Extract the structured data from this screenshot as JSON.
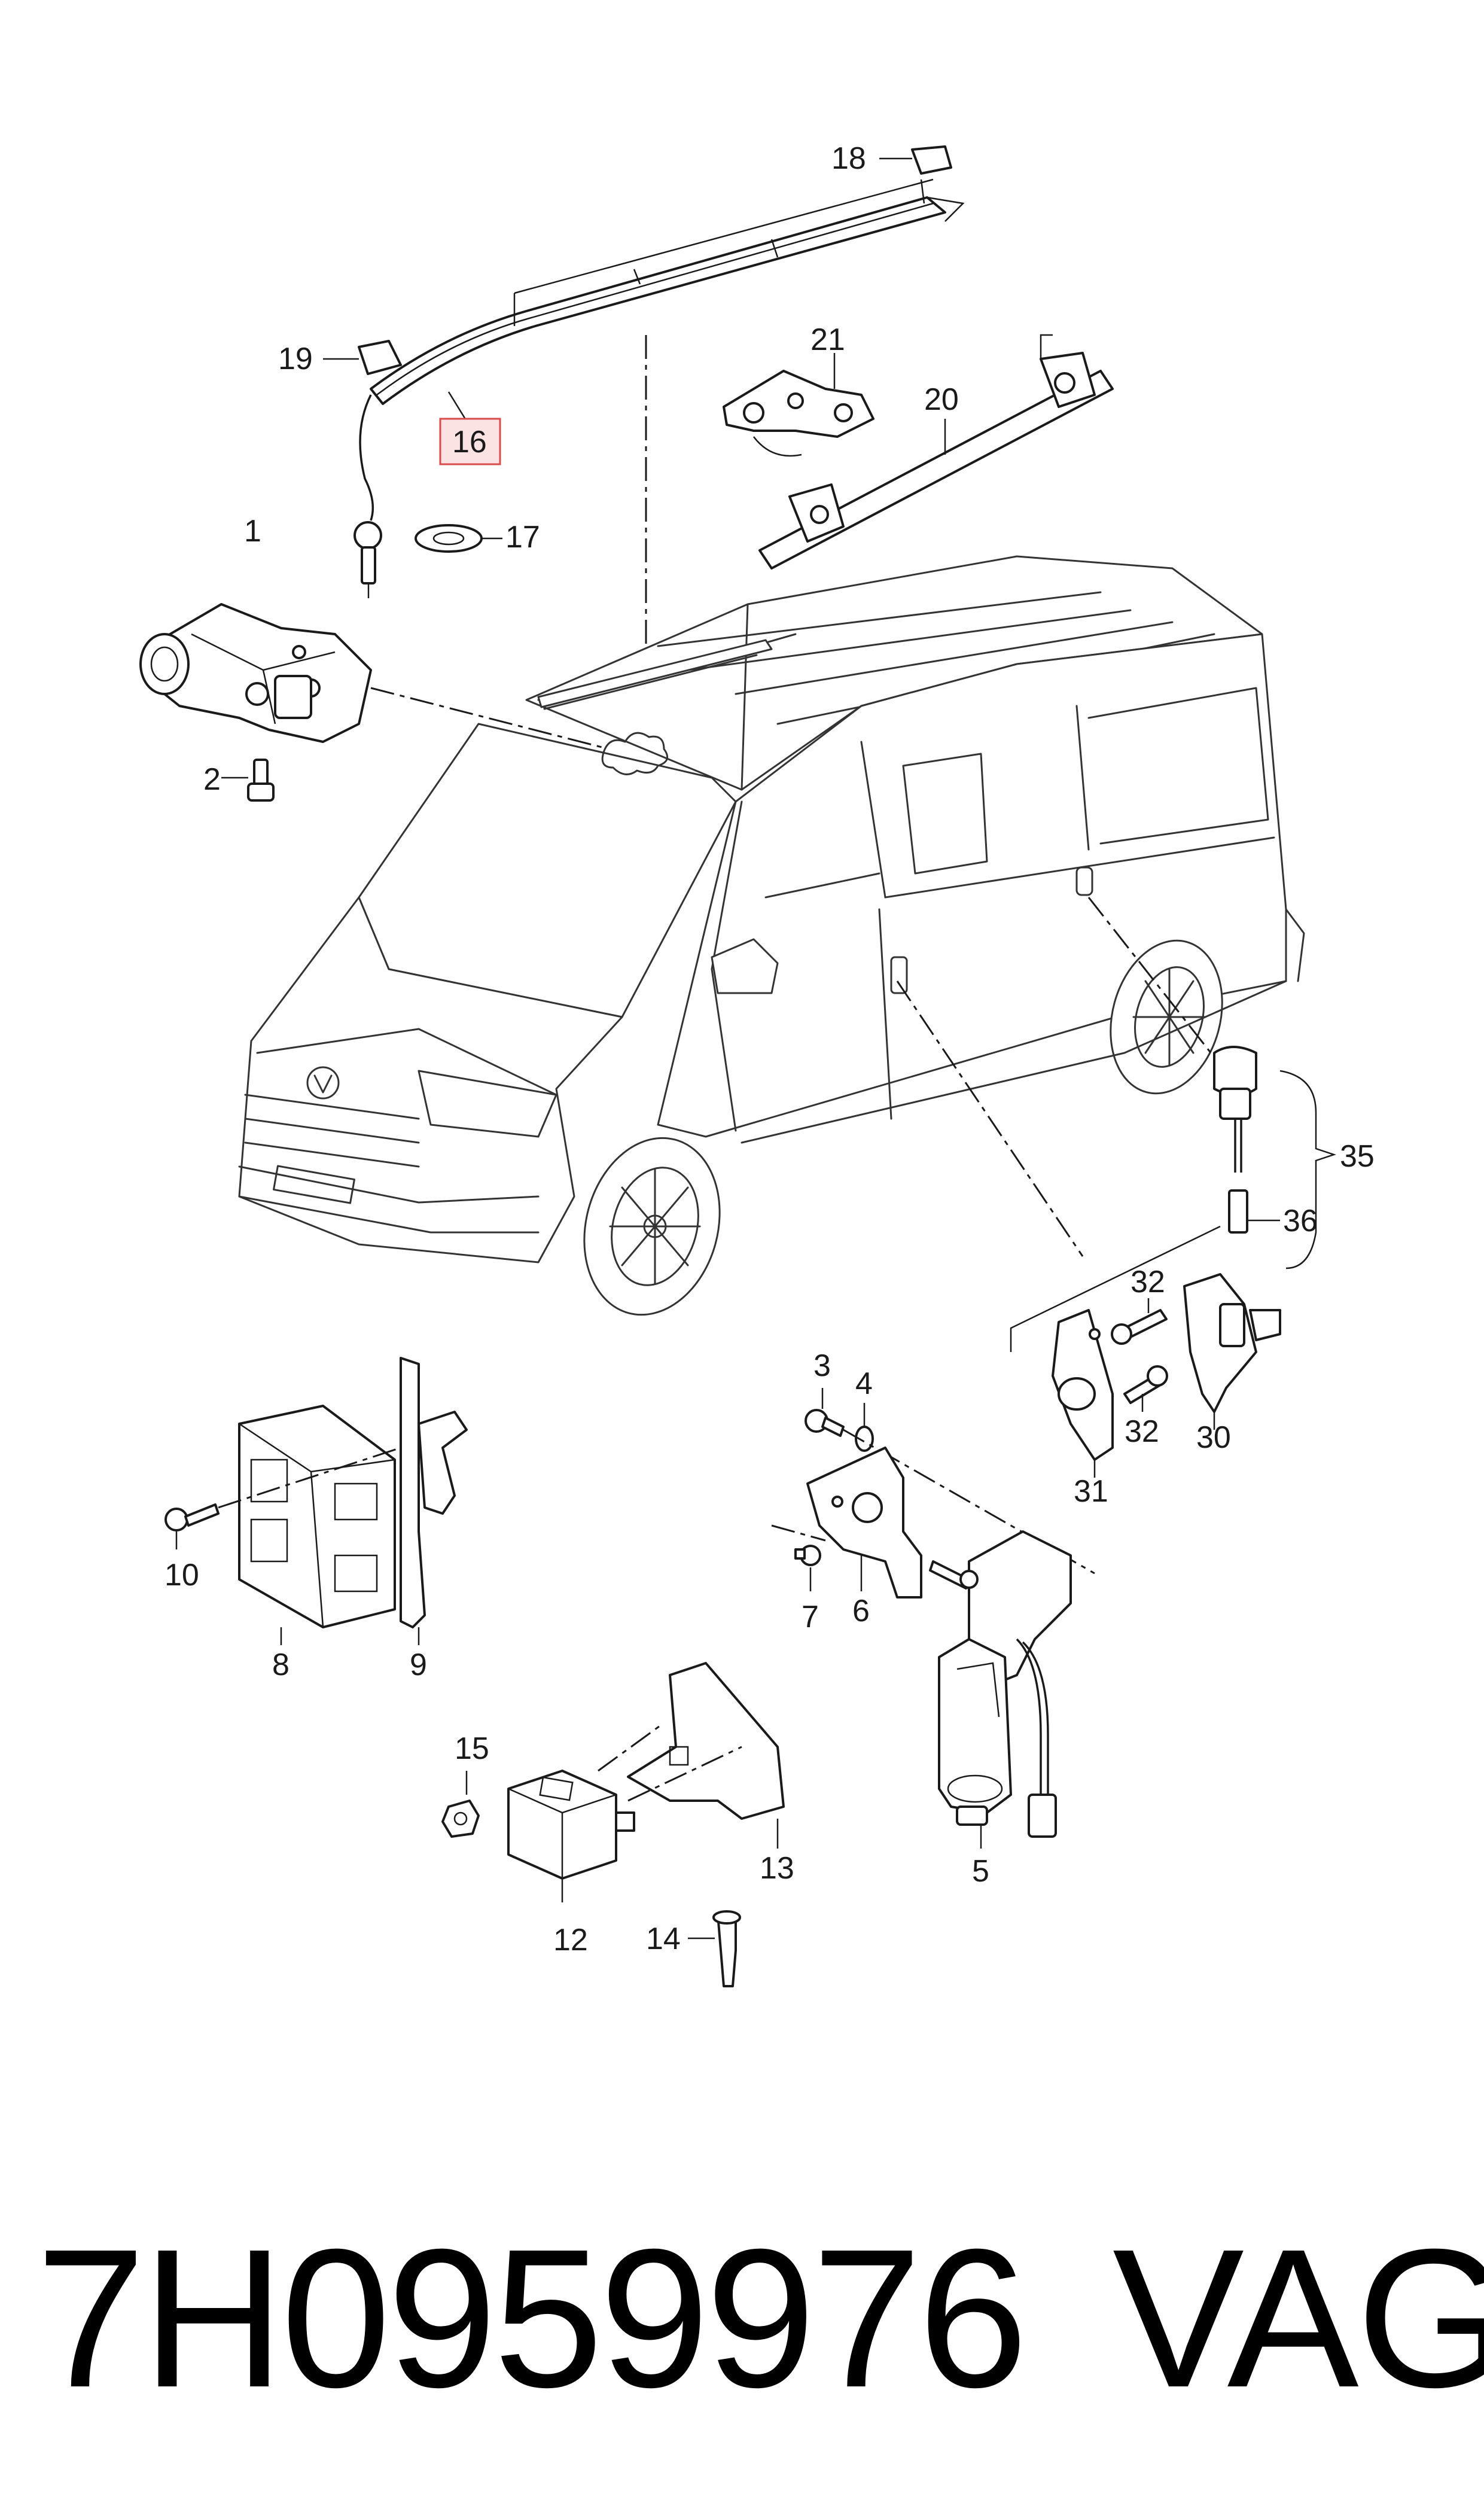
{
  "diagram": {
    "callouts": {
      "c1": "1",
      "c2": "2",
      "c3": "3",
      "c4": "4",
      "c5": "5",
      "c6": "6",
      "c7": "7",
      "c8": "8",
      "c9": "9",
      "c10": "10",
      "c12": "12",
      "c13": "13",
      "c14": "14",
      "c15": "15",
      "c16": "16",
      "c17": "17",
      "c18": "18",
      "c19": "19",
      "c20": "20",
      "c21": "21",
      "c30": "30",
      "c31": "31",
      "c32a": "32",
      "c32b": "32",
      "c35": "35",
      "c36": "36"
    },
    "highlighted_callout": "16",
    "highlight_color": "#d94b4b"
  },
  "footer": {
    "part_number": "7H0959976",
    "brand": "VAG"
  }
}
